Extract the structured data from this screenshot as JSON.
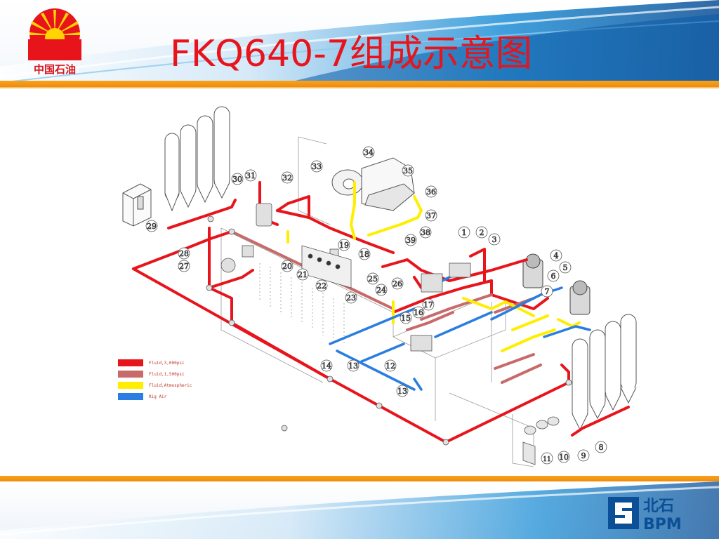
{
  "title": "FKQ640-7组成示意图",
  "logo": {
    "text": "中国石油",
    "icon": "petrochina-sun-icon"
  },
  "bpm_logo": {
    "chinese": "北石",
    "latin": "BPM",
    "icon": "bpm-s-icon"
  },
  "colors": {
    "fluid_3000": "#e8141c",
    "fluid_1500": "#c86a6a",
    "fluid_atm": "#ffee00",
    "rig_air": "#2a7de1",
    "accent_orange": "#f39a1a",
    "header_blue": "#0f5fa8"
  },
  "legend": [
    {
      "label": "Fluid,3,000psi"
    },
    {
      "label": "Fluid,1,500psi"
    },
    {
      "label": "Fluid,Atmospheric"
    },
    {
      "label": "Rig Air"
    }
  ],
  "callouts": [
    "1",
    "2",
    "3",
    "4",
    "5",
    "6",
    "7",
    "8",
    "9",
    "10",
    "11",
    "12",
    "13",
    "13",
    "14",
    "15",
    "16",
    "17",
    "18",
    "19",
    "20",
    "21",
    "22",
    "23",
    "24",
    "25",
    "26",
    "27",
    "28",
    "29",
    "30",
    "31",
    "32",
    "33",
    "34",
    "35",
    "36",
    "37",
    "38",
    "39"
  ]
}
